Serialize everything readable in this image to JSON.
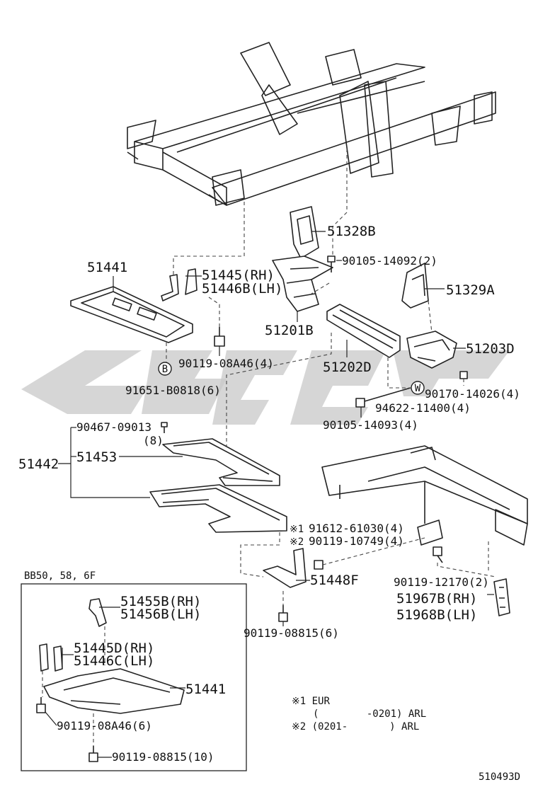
{
  "diagram_id": "510493D",
  "watermark_icon": "watermark-logo-icon",
  "labels": {
    "p51328B": "51328B",
    "p90105_14092": "90105-14092(2)",
    "p51441_top": "51441",
    "p51445RH": "51445(RH)",
    "p51446BLH": "51446B(LH)",
    "p51329A": "51329A",
    "p51201B": "51201B",
    "p51202D": "51202D",
    "p51203D": "51203D",
    "p90119_08A46_4": "90119-08A46(4)",
    "circB": "B",
    "p91651": "91651-B0818(6)",
    "circW": "W",
    "p90170": "90170-14026(4)",
    "p94622": "94622-11400(4)",
    "p90105_14093": "90105-14093(4)",
    "p90467": "90467-09013",
    "p90467_qty": "(8)",
    "p51442": "51442",
    "p51453": "51453",
    "note1_sym": "※1",
    "p91612": "91612-61030(4)",
    "note2_sym": "※2",
    "p90119_10749": "90119-10749(4)",
    "p51448F": "51448F",
    "p90119_12170": "90119-12170(2)",
    "p51967B": "51967B(RH)",
    "p51968B": "51968B(LH)",
    "p90119_08815_6": "90119-08815(6)",
    "inset_title": "BB50, 58, 6F",
    "p51455B": "51455B(RH)",
    "p51456B": "51456B(LH)",
    "p51445D": "51445D(RH)",
    "p51446C": "51446C(LH)",
    "p51441_inset": "51441",
    "p90119_08A46_6": "90119-08A46(6)",
    "p90119_08815_10": "90119-08815(10)"
  },
  "notes": {
    "n1": "※1 EUR",
    "n1b": "(        -0201) ARL",
    "n2": "※2 (0201-       ) ARL"
  }
}
